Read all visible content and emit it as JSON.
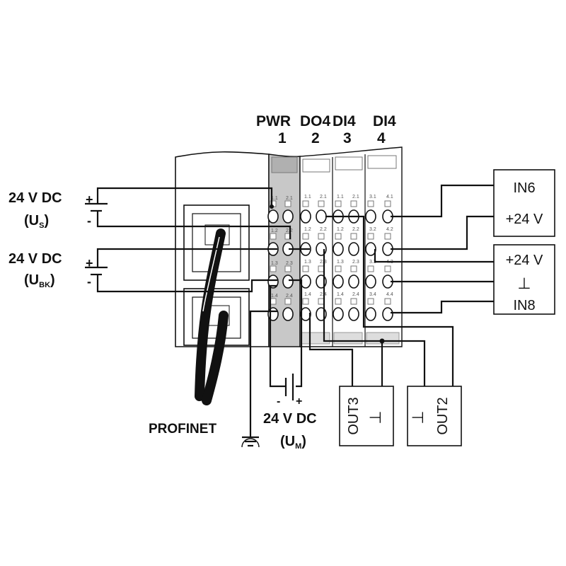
{
  "modules": {
    "headers": [
      {
        "name": "PWR",
        "num": "1"
      },
      {
        "name": "DO4",
        "num": "2"
      },
      {
        "name": "DI4",
        "num": "3"
      },
      {
        "name": "DI4",
        "num": "4"
      }
    ],
    "terminal_labels": {
      "m1": [
        "1.1",
        "2.1",
        "1.2",
        "2.2",
        "1.3",
        "2.3",
        "1.4",
        "2.4"
      ],
      "m2": [
        "1.1",
        "2.1",
        "1.2",
        "2.2",
        "1.3",
        "2.3",
        "1.4",
        "2.4"
      ],
      "m3": [
        "1.1",
        "2.1",
        "1.2",
        "2.2",
        "1.3",
        "2.3",
        "1.4",
        "2.4"
      ],
      "m4": [
        "3.1",
        "4.1",
        "3.2",
        "4.2",
        "3.3",
        "4.3",
        "3.4",
        "4.4"
      ]
    }
  },
  "supplies": {
    "us": {
      "voltage": "24 V DC",
      "sym": "U",
      "sub": "S",
      "plus": "+",
      "minus": "-"
    },
    "ubk": {
      "voltage": "24 V DC",
      "sym": "U",
      "sub": "BK",
      "plus": "+",
      "minus": "-"
    },
    "um": {
      "voltage": "24 V DC",
      "sym": "U",
      "sub": "M",
      "plus": "+",
      "minus": "-"
    }
  },
  "devices": {
    "in6": {
      "label": "IN6",
      "supply": "+24 V"
    },
    "in8": {
      "supply": "+24 V",
      "ground": "⊥",
      "label": "IN8"
    },
    "out3": {
      "label": "OUT3",
      "ground": "⊥"
    },
    "out2": {
      "label": "OUT2",
      "ground": "⊥"
    }
  },
  "profinet_label": "PROFINET"
}
